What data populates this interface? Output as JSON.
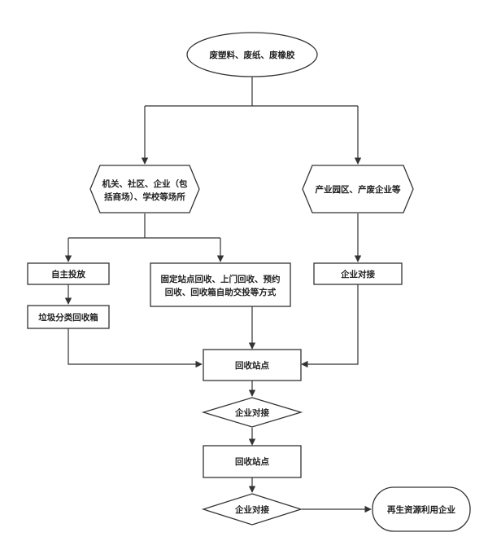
{
  "nodes": {
    "source": {
      "lines": [
        "废塑料、废纸、废橡胶"
      ]
    },
    "institutions": {
      "lines": [
        "机关、社区、企业（包",
        "括商场）、学校等场所"
      ]
    },
    "industrial": {
      "lines": [
        "产业园区、产废企业等"
      ]
    },
    "self_drop": {
      "lines": [
        "自主投放"
      ]
    },
    "fixed_points": {
      "lines": [
        "固定站点回收、上门回收、预约",
        "回收、回收箱自助交投等方式"
      ]
    },
    "docking_right": {
      "lines": [
        "企业对接"
      ]
    },
    "sorting_bin": {
      "lines": [
        "垃圾分类回收箱"
      ]
    },
    "station_1": {
      "lines": [
        "回收站点"
      ]
    },
    "docking_1": {
      "lines": [
        "企业对接"
      ]
    },
    "station_2": {
      "lines": [
        "回收站点"
      ]
    },
    "docking_2": {
      "lines": [
        "企业对接"
      ]
    },
    "reuse": {
      "lines": [
        "再生资源利用企业"
      ]
    }
  }
}
